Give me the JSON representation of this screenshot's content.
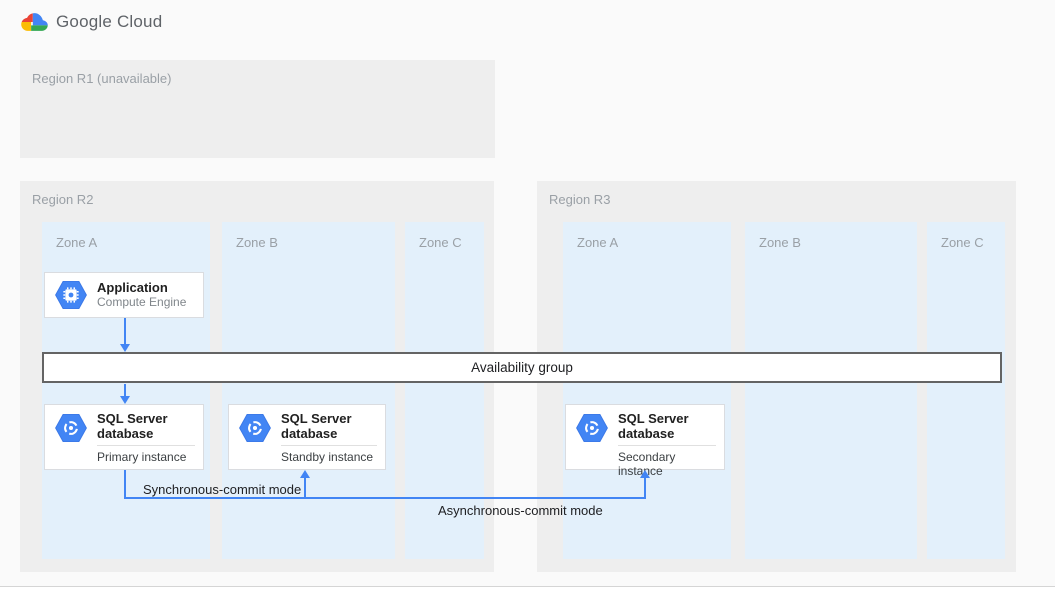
{
  "header": {
    "logo_text": "Google Cloud"
  },
  "regions": {
    "r1": {
      "label": "Region R1 (unavailable)"
    },
    "r2": {
      "label": "Region R2",
      "zones": [
        {
          "label": "Zone A"
        },
        {
          "label": "Zone B"
        },
        {
          "label": "Zone C"
        }
      ]
    },
    "r3": {
      "label": "Region R3",
      "zones": [
        {
          "label": "Zone A"
        },
        {
          "label": "Zone B"
        },
        {
          "label": "Zone C"
        }
      ]
    }
  },
  "cards": {
    "application": {
      "title": "Application",
      "subtitle": "Compute Engine"
    },
    "primary": {
      "title": "SQL Server database",
      "instance": "Primary instance"
    },
    "standby": {
      "title": "SQL Server database",
      "instance": "Standby instance"
    },
    "secondary": {
      "title": "SQL Server database",
      "instance": "Secondary instance"
    }
  },
  "availability": {
    "label": "Availability group"
  },
  "connections": {
    "sync_label": "Synchronous-commit mode",
    "async_label": "Asynchronous-commit mode"
  },
  "icons": {
    "logo": "google-cloud-logo-icon",
    "application": "compute-engine-hexagon-icon",
    "database": "sql-database-hexagon-icon"
  },
  "colors": {
    "arrow_blue": "#4285f4",
    "zone_bg": "#e3f0fb",
    "region_bg": "#eeeeee",
    "card_border": "#dadce0",
    "label_gray": "#9aa0a6",
    "logo_blue": "#4285f4",
    "logo_red": "#ea4335",
    "logo_yellow": "#fbbc05",
    "logo_green": "#34a853"
  }
}
